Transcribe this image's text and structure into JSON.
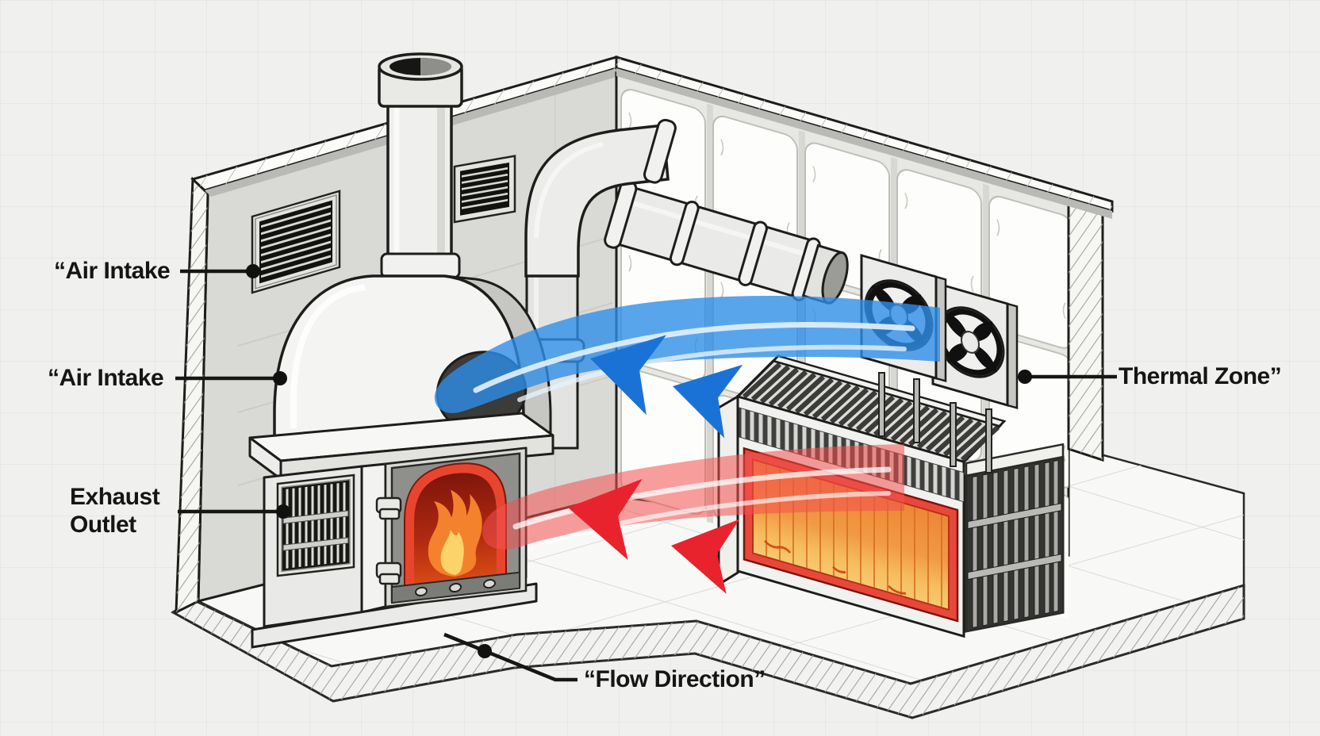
{
  "labels": {
    "air_intake_1": "“Air Intake",
    "air_intake_2": "“Air Intake",
    "exhaust_outlet_line1": "Exhaust",
    "exhaust_outlet_line2": "Outlet",
    "thermal_zone": "Thermal Zone”",
    "flow_direction": "“Flow Direction”"
  },
  "colors": {
    "background": "#f0f0ee",
    "grid_line": "#e4e4e1",
    "ink_line": "#1d1d1b",
    "cold_flow": "#2f8ee8",
    "cold_flow_arrow": "#1b72d6",
    "hot_flow": "#f25050",
    "hot_flow_arrow": "#e8232e",
    "flame_outer": "#f4812c",
    "flame_inner": "#fcd36b",
    "heater_frame": "#e8483c",
    "heater_panel_top": "#ee8638",
    "heater_panel_bottom": "#f8c96f"
  }
}
